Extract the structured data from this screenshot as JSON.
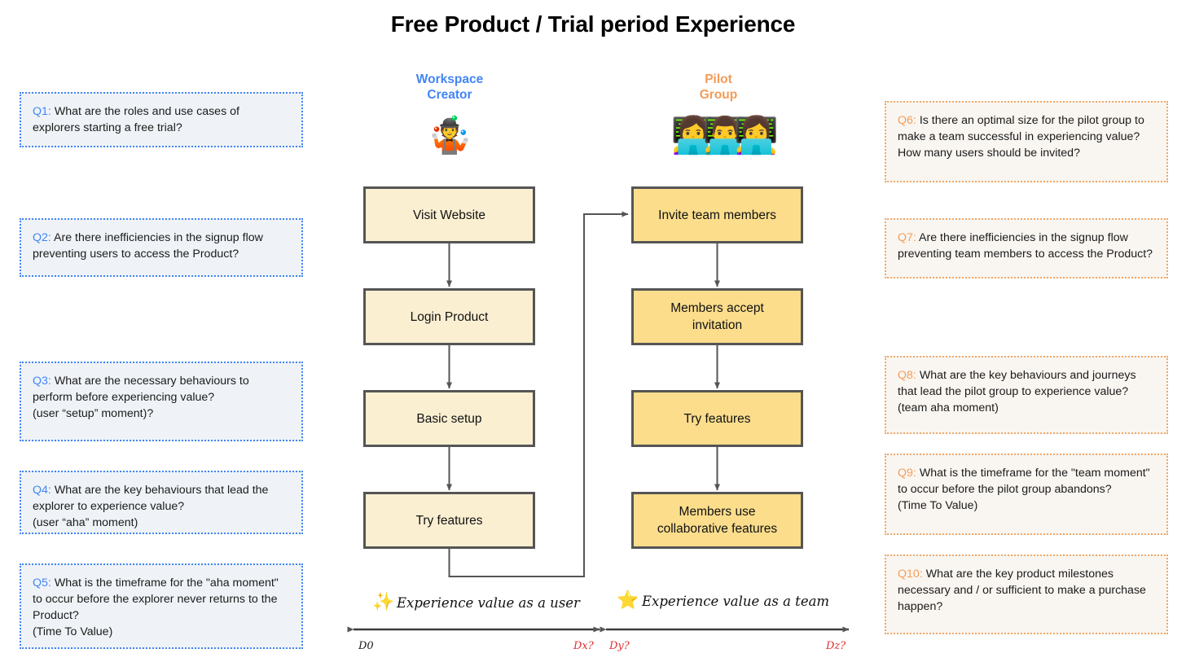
{
  "page": {
    "title": "Free Product / Trial period Experience",
    "background": "#ffffff"
  },
  "colors": {
    "creator_accent": "#4285F4",
    "pilot_accent": "#F59B57",
    "box_border": "#555555",
    "creator_box_fill": "#FBEFD2",
    "pilot_box_fill": "#FBDD8C",
    "left_card_fill": "#EFF3F7",
    "right_card_fill": "#F9F6F1",
    "tick_red": "#E03030"
  },
  "columns": [
    {
      "id": "creator",
      "heading_line1": "Workspace",
      "heading_line2": "Creator",
      "avatar_icon": "juggling-person-emoji",
      "avatar_glyph": "🤹",
      "steps": [
        {
          "label": "Visit Website"
        },
        {
          "label": "Login Product"
        },
        {
          "label": "Basic setup"
        },
        {
          "label": "Try features"
        }
      ]
    },
    {
      "id": "pilot",
      "heading_line1": "Pilot",
      "heading_line2": "Group",
      "avatar_icon": "people-with-laptops-emoji",
      "avatar_glyph": "👩‍💻",
      "steps": [
        {
          "label": "Invite team members"
        },
        {
          "label_line1": "Members accept",
          "label_line2": "invitation"
        },
        {
          "label": "Try features"
        },
        {
          "label_line1": "Members use",
          "label_line2": "collaborative features"
        }
      ]
    }
  ],
  "questions_left": [
    {
      "label": "Q1:",
      "text": " What are the roles and use cases of explorers starting a free trial?"
    },
    {
      "label": "Q2:",
      "text": " Are there inefficiencies in the signup flow preventing users to access the Product?"
    },
    {
      "label": "Q3:",
      "text": " What are the necessary behaviours to perform before experiencing value?\n(user “setup” moment)?"
    },
    {
      "label": "Q4:",
      "text": " What are the key behaviours that lead the explorer to experience value?\n(user “aha” moment)"
    },
    {
      "label": "Q5:",
      "text": " What is the timeframe for the \"aha moment\" to occur before the explorer never returns to the Product?\n(Time To Value)"
    }
  ],
  "questions_right": [
    {
      "label": "Q6:",
      "text": " Is there an optimal size for the pilot group to make a team successful in experiencing value? How many users should be invited?"
    },
    {
      "label": "Q7:",
      "text": " Are there inefficiencies in the signup flow preventing team members to access the Product?"
    },
    {
      "label": "Q8:",
      "text": " What are the key behaviours and journeys that lead the pilot group to experience value?\n(team aha moment)"
    },
    {
      "label": "Q9:",
      "text": " What is the timeframe for the \"team moment\" to occur before the pilot group abandons?\n(Time To Value)"
    },
    {
      "label": "Q10:",
      "text": " What are the key product milestones necessary and / or sufficient to make a purchase happen?"
    }
  ],
  "timelines": [
    {
      "id": "user",
      "icon": "sparkles-emoji",
      "icon_glyph": "✨",
      "caption": "Experience value as a user",
      "start_label": "D0",
      "end_label": "Dx?"
    },
    {
      "id": "team",
      "icon": "star-emoji",
      "icon_glyph": "⭐",
      "caption": "Experience value as a team",
      "start_label": "Dy?",
      "end_label": "Dz?"
    }
  ]
}
